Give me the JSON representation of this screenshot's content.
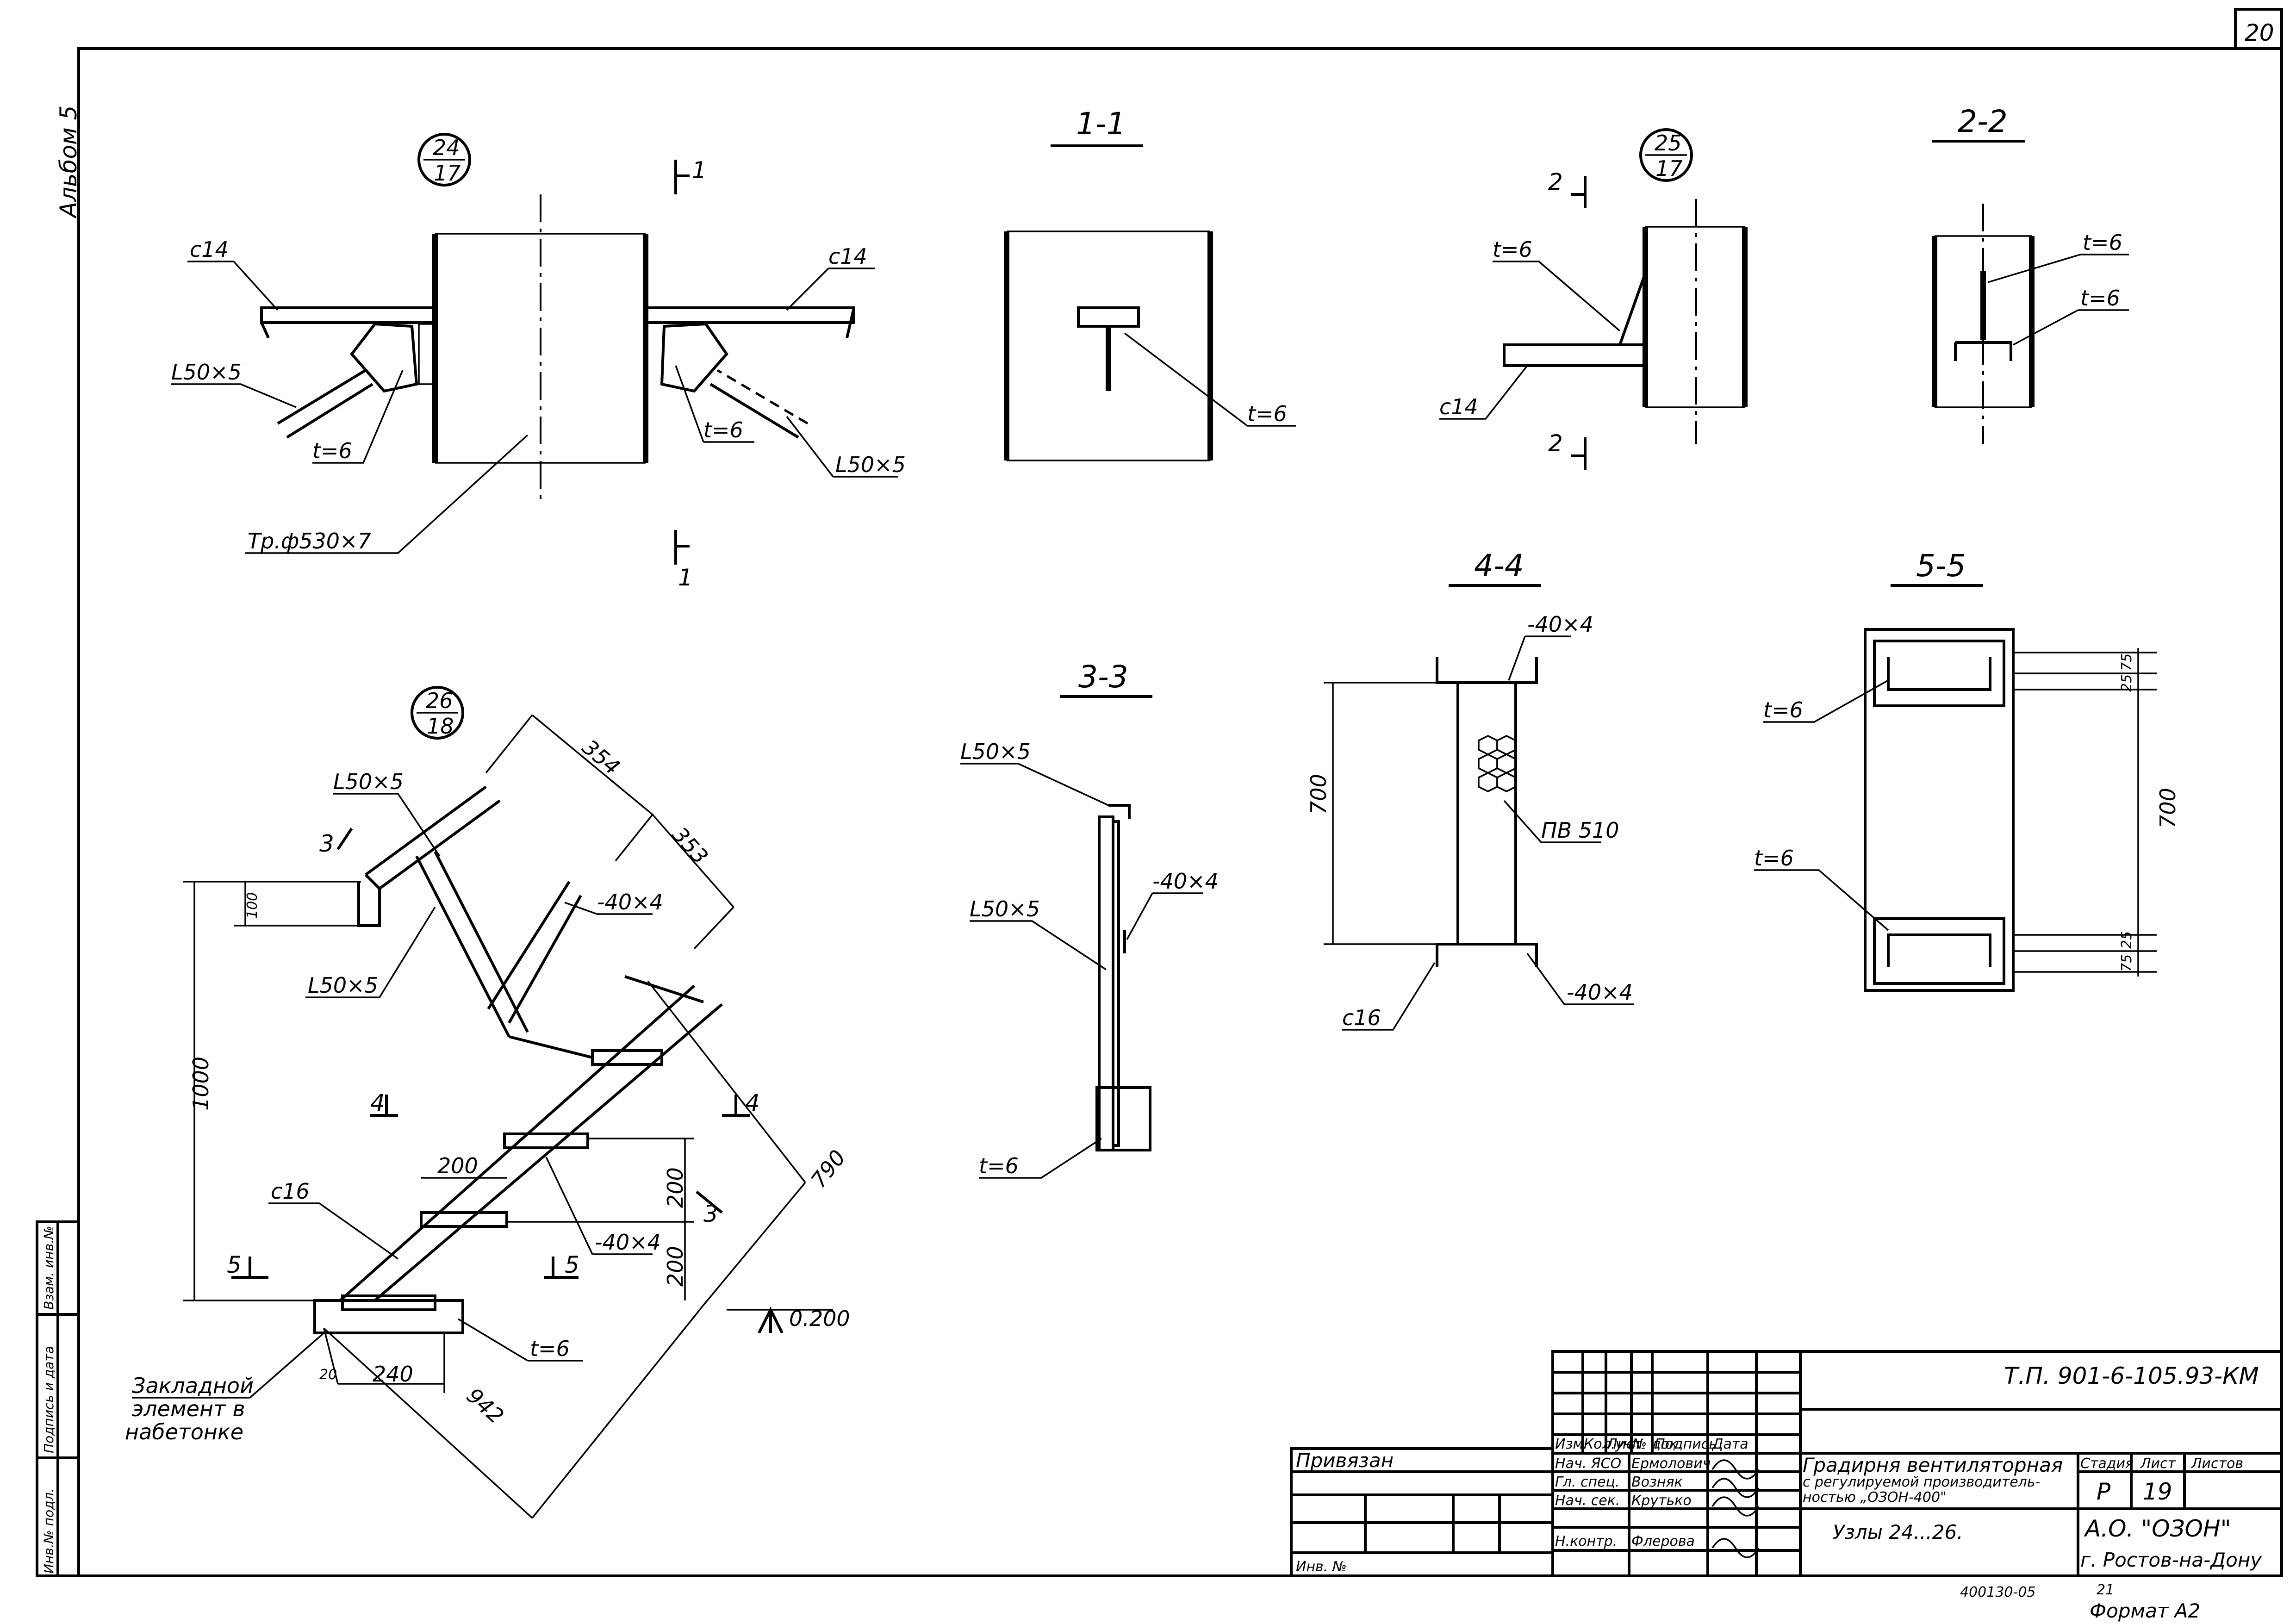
{
  "sheet": {
    "page_number": "20",
    "album": "Альбом 5",
    "format": "Формат А2",
    "archive_code": "400130-05",
    "archive_code_suffix": "21"
  },
  "views": {
    "node24": {
      "num": "24",
      "sheet": "17",
      "labels": {
        "c14_left": "с14",
        "c14_right": "с14",
        "angle_left": "L50×5",
        "angle_right": "L50×5",
        "t_left": "t=6",
        "t_right": "t=6",
        "pipe": "Тр.ф530×7",
        "cut_top": "1",
        "cut_bottom": "1"
      }
    },
    "sec11": {
      "title": "1-1",
      "labels": {
        "t": "t=6"
      }
    },
    "node25": {
      "num": "25",
      "sheet": "17",
      "labels": {
        "t": "t=6",
        "c14": "с14",
        "cut_top": "2",
        "cut_bottom": "2"
      }
    },
    "sec22": {
      "title": "2-2",
      "labels": {
        "t1": "t=6",
        "t2": "t=6"
      }
    },
    "node26": {
      "num": "26",
      "sheet": "18",
      "labels": {
        "angle_top": "L50×5",
        "angle_mid": "L50×5",
        "plate_top": "-40×4",
        "plate_bottom": "-40×4",
        "channel": "с16",
        "t": "t=6",
        "embedded": [
          "Закладной",
          "элемент в",
          "набетонке"
        ],
        "cut3": "3",
        "cut4_left": "4",
        "cut4_right": "4",
        "cut5_left": "5",
        "cut5_right": "5",
        "cut3b": "3"
      },
      "dims": {
        "d354": "354",
        "d353": "353",
        "d100": "100",
        "d1000": "1000",
        "d200a": "200",
        "d200b": "200",
        "d200c": "200",
        "d790": "790",
        "d20": "20",
        "d240": "240",
        "d942": "942",
        "elev": "0.200"
      }
    },
    "sec33": {
      "title": "3-3",
      "labels": {
        "angle_top": "L50×5",
        "angle_mid": "L50×5",
        "plate": "-40×4",
        "t": "t=6"
      }
    },
    "sec44": {
      "title": "4-4",
      "labels": {
        "plate_top": "-40×4",
        "plate_bottom": "-40×4",
        "grating": "ПВ 510",
        "channel": "с16"
      },
      "dims": {
        "h": "700"
      }
    },
    "sec55": {
      "title": "5-5",
      "labels": {
        "t1": "t=6",
        "t2": "t=6"
      },
      "dims": {
        "h": "700",
        "a": "75",
        "b": "25",
        "c": "25",
        "d": "75"
      }
    }
  },
  "side_stamp": {
    "cols": [
      "Инв.№ подл.",
      "Подпись и дата",
      "Взам. инв.№"
    ]
  },
  "title_block": {
    "doc_code": "Т.П. 901-6-105.93-КМ",
    "tied": "Привязан",
    "inv": "Инв. №",
    "rev_headers": [
      "Изм.",
      "Кол.уч.",
      "Лист",
      "№ док.",
      "Подпись",
      "Дата"
    ],
    "roles": [
      {
        "role": "Нач. ЯСО",
        "name": "Ермолович"
      },
      {
        "role": "Гл. спец.",
        "name": "Возняк"
      },
      {
        "role": "Нач. сек.",
        "name": "Крутько"
      },
      {
        "role": "Н.контр.",
        "name": "Флерова"
      }
    ],
    "project_name": [
      "Градирня вентиляторная",
      "с регулируемой производитель-",
      "ностью „ОЗОН-400\""
    ],
    "sheet_title": "Узлы 24...26.",
    "stage_header": "Стадия",
    "sheet_header": "Лист",
    "sheets_header": "Листов",
    "stage": "Р",
    "sheet_no": "19",
    "org": "А.О. \"ОЗОН\"",
    "city": "г. Ростов-на-Дону"
  }
}
